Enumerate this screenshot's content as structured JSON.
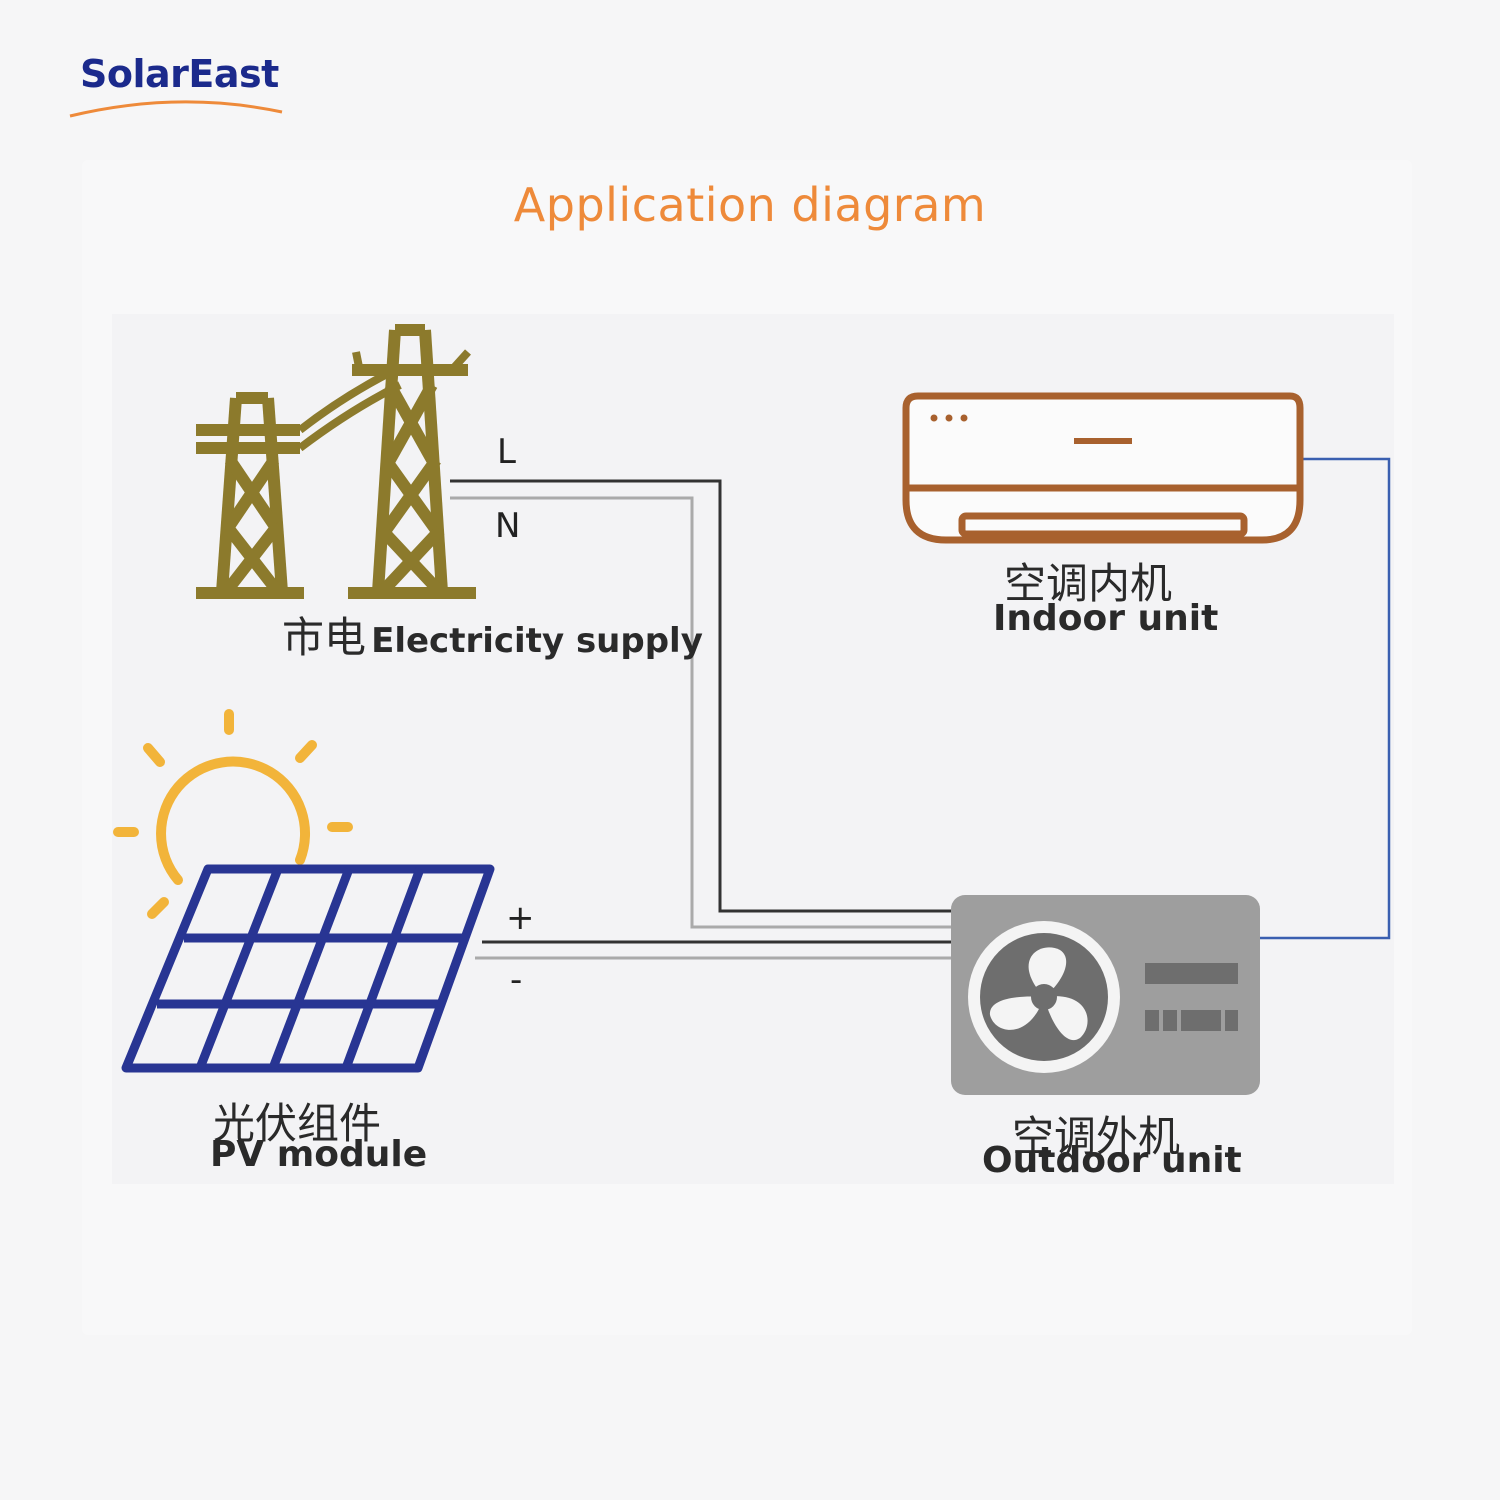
{
  "brand": {
    "name": "SolarEast"
  },
  "title": "Application diagram",
  "nodes": {
    "grid": {
      "cn": "市电",
      "en": "Electricity supply"
    },
    "indoor": {
      "cn": "空调内机",
      "en": "Indoor unit"
    },
    "pv": {
      "cn": "光伏组件",
      "en": "PV module"
    },
    "outdoor": {
      "cn": "空调外机",
      "en": "Outdoor unit"
    }
  },
  "wires": {
    "live": "L",
    "neutral": "N",
    "positive": "+",
    "negative": "-"
  },
  "colors": {
    "brand_blue": "#1b2a8c",
    "accent_orange": "#ee8a3a",
    "tower": "#8c7a2c",
    "indoor_unit": "#a8612e",
    "panel": "#283593",
    "sun": "#f2b43a",
    "outdoor_unit": "#9e9e9e",
    "link": "#3a5fb0"
  }
}
